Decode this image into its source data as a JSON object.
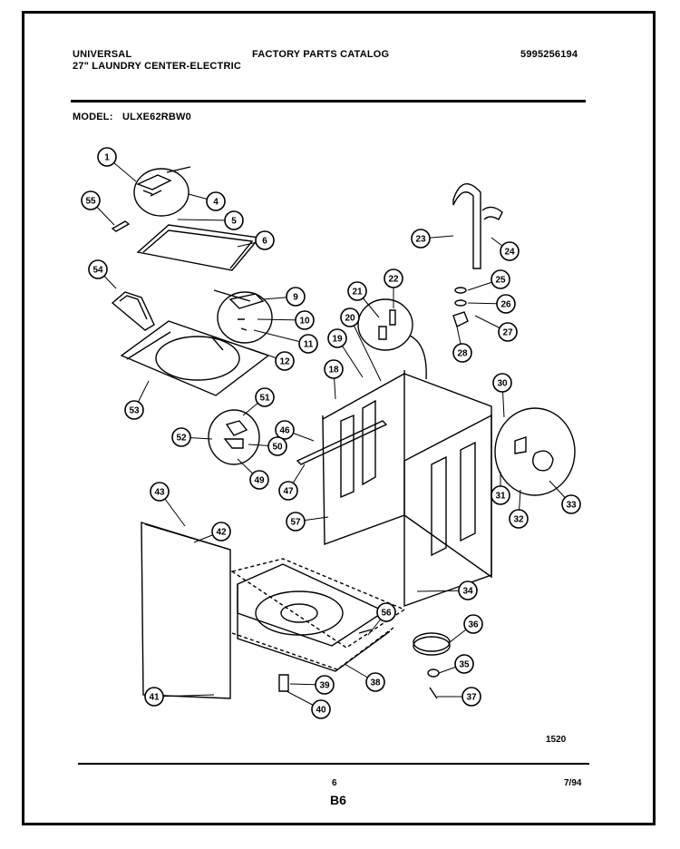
{
  "header": {
    "brand": "UNIVERSAL",
    "catalog_title": "FACTORY PARTS CATALOG",
    "catalog_number": "5995256194",
    "product_line": "27\" LAUNDRY CENTER-ELECTRIC",
    "model_label": "MODEL:",
    "model_number": "ULXE62RBW0"
  },
  "footer": {
    "figure_code": "1520",
    "page_number": "6",
    "section_code": "B6",
    "date": "7/94"
  },
  "callouts": [
    "1",
    "4",
    "5",
    "6",
    "9",
    "10",
    "11",
    "12",
    "18",
    "19",
    "20",
    "21",
    "22",
    "23",
    "24",
    "25",
    "26",
    "27",
    "28",
    "30",
    "31",
    "32",
    "33",
    "34",
    "35",
    "36",
    "37",
    "38",
    "39",
    "40",
    "41",
    "42",
    "43",
    "46",
    "47",
    "49",
    "50",
    "51",
    "52",
    "53",
    "54",
    "55",
    "56",
    "57"
  ]
}
